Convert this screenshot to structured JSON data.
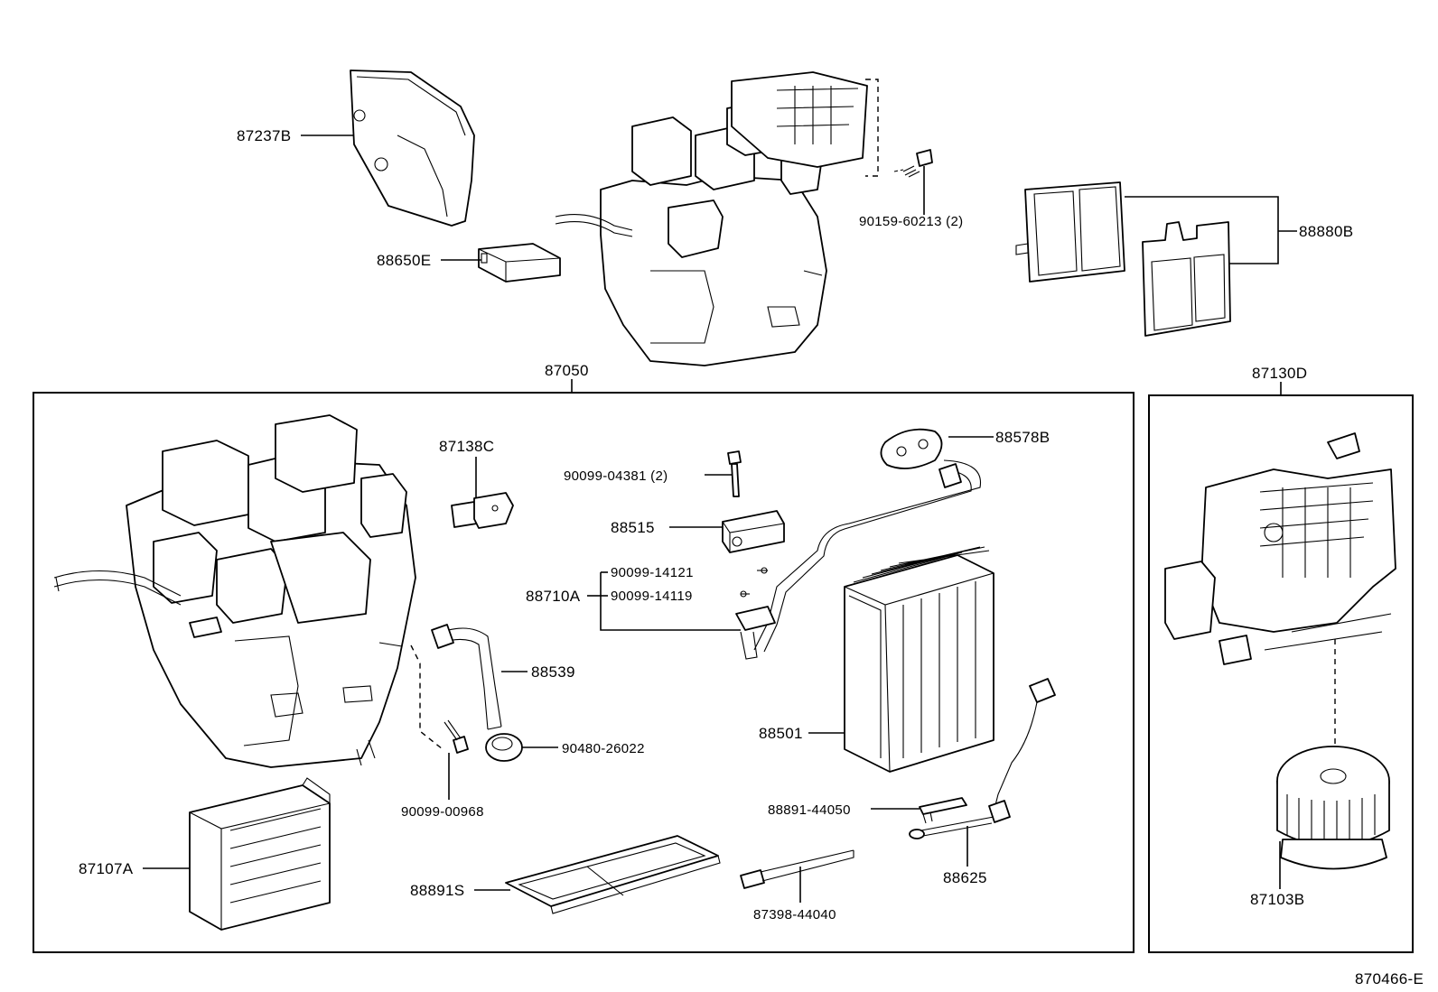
{
  "labels": {
    "p87237B": "87237B",
    "p88650E": "88650E",
    "p90159": "90159-60213 (2)",
    "p88880B": "88880B",
    "p87050": "87050",
    "p87130D": "87130D",
    "p87138C": "87138C",
    "p90099_04381": "90099-04381 (2)",
    "p88515": "88515",
    "p88578B": "88578B",
    "p90099_14121": "90099-14121",
    "p90099_14119": "90099-14119",
    "p88710A": "88710A",
    "p88539": "88539",
    "p90480": "90480-26022",
    "p90099_00968": "90099-00968",
    "p88501": "88501",
    "p88891_44050": "88891-44050",
    "p88625": "88625",
    "p87107A": "87107A",
    "p88891S": "88891S",
    "p87398": "87398-44040",
    "p87103B": "87103B",
    "diagram_code": "870466-E"
  }
}
